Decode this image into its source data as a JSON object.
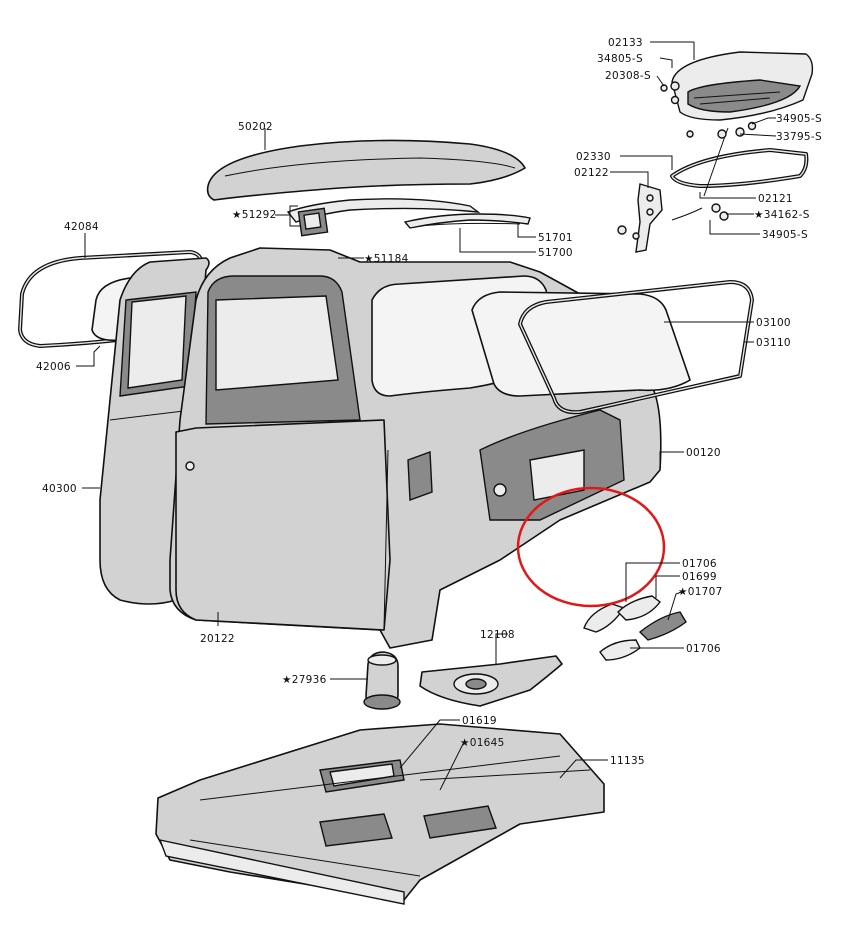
{
  "diagram": {
    "callouts": [
      {
        "id": "p02133",
        "text": "02133"
      },
      {
        "id": "p34805s",
        "text": "34805-S"
      },
      {
        "id": "p20308s",
        "text": "20308-S"
      },
      {
        "id": "p34905s_a",
        "text": "34905-S"
      },
      {
        "id": "p33795s",
        "text": "33795-S"
      },
      {
        "id": "p50202",
        "text": "50202"
      },
      {
        "id": "p02330",
        "text": "02330"
      },
      {
        "id": "p02122",
        "text": "02122"
      },
      {
        "id": "p02121",
        "text": "02121"
      },
      {
        "id": "p51292",
        "text": "51292",
        "star": true
      },
      {
        "id": "p34162s",
        "text": "34162-S",
        "star": true
      },
      {
        "id": "p34905s_b",
        "text": "34905-S"
      },
      {
        "id": "p42084",
        "text": "42084"
      },
      {
        "id": "p51701",
        "text": "51701"
      },
      {
        "id": "p51184",
        "text": "51184",
        "star": true
      },
      {
        "id": "p51700",
        "text": "51700"
      },
      {
        "id": "p03100",
        "text": "03100"
      },
      {
        "id": "p03110",
        "text": "03110"
      },
      {
        "id": "p42006",
        "text": "42006"
      },
      {
        "id": "p00120",
        "text": "00120"
      },
      {
        "id": "p40300",
        "text": "40300"
      },
      {
        "id": "p01706_a",
        "text": "01706"
      },
      {
        "id": "p01699",
        "text": "01699"
      },
      {
        "id": "p01707",
        "text": "01707",
        "star": true
      },
      {
        "id": "p01706_b",
        "text": "01706"
      },
      {
        "id": "p20122",
        "text": "20122"
      },
      {
        "id": "p12108",
        "text": "12108"
      },
      {
        "id": "p27936",
        "text": "27936",
        "star": true
      },
      {
        "id": "p01619",
        "text": "01619"
      },
      {
        "id": "p01645",
        "text": "01645",
        "star": true
      },
      {
        "id": "p11135",
        "text": "11135"
      }
    ],
    "star_glyph": "★",
    "highlight_color": "#e01818"
  }
}
